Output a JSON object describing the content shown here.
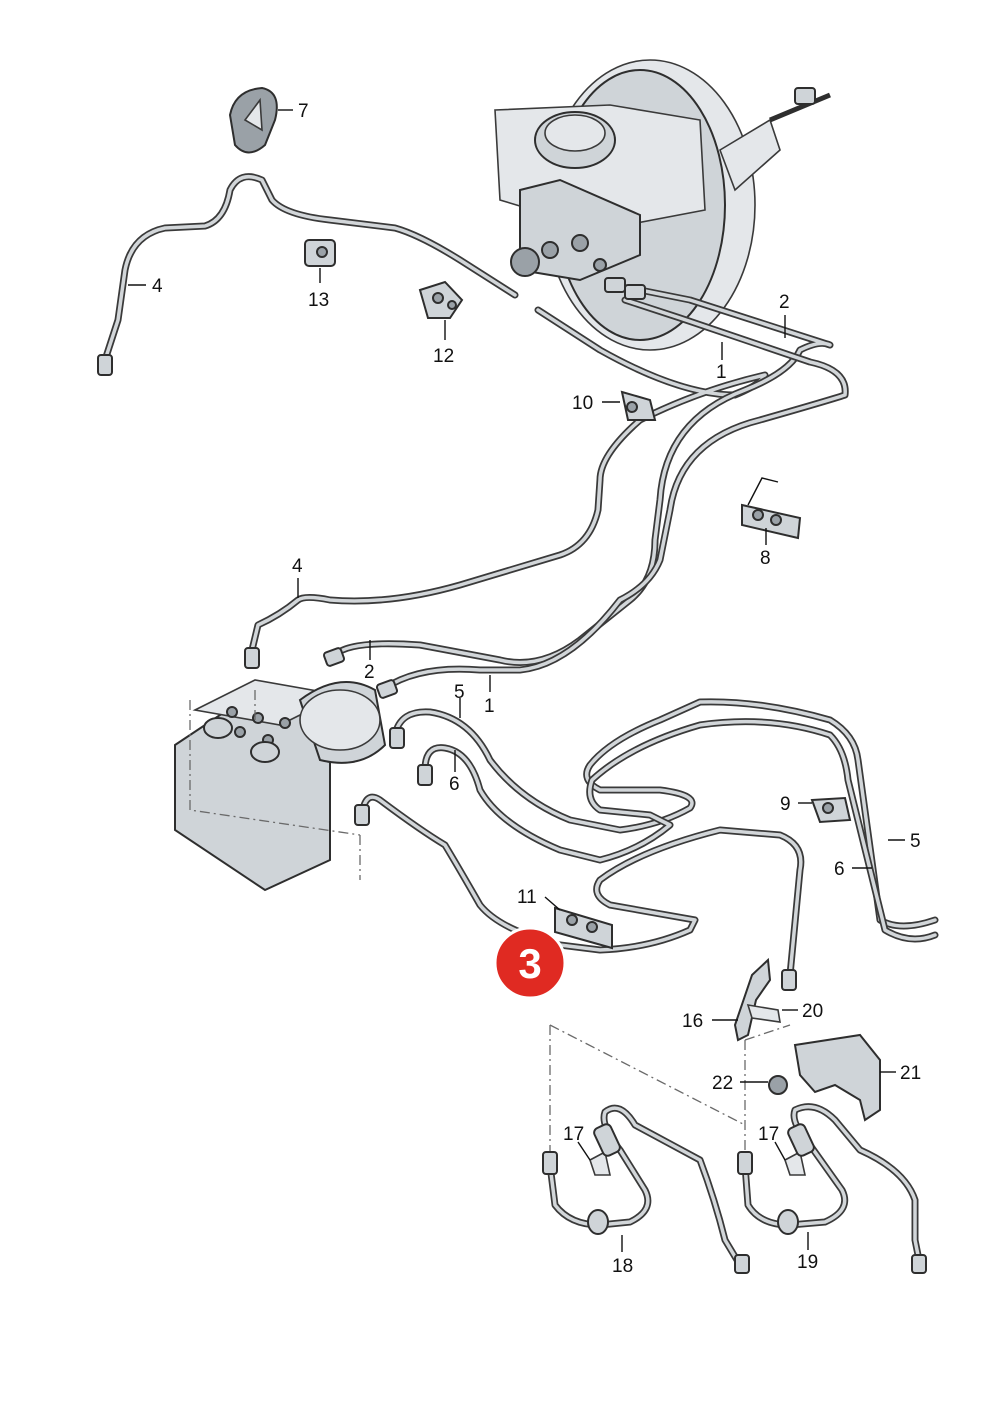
{
  "diagram": {
    "callouts": {
      "c1a": "1",
      "c1b": "1",
      "c2a": "2",
      "c2b": "2",
      "c4a": "4",
      "c4b": "4",
      "c5a": "5",
      "c5b": "5",
      "c6a": "6",
      "c6b": "6",
      "c7": "7",
      "c8": "8",
      "c9": "9",
      "c10": "10",
      "c11": "11",
      "c12": "12",
      "c13": "13",
      "c16": "16",
      "c17a": "17",
      "c17b": "17",
      "c18": "18",
      "c19": "19",
      "c20": "20",
      "c21": "21",
      "c22": "22"
    },
    "highlight": {
      "number": "3",
      "color": "#e02a22"
    },
    "colors": {
      "pipe": "#3a3a3a",
      "part_fill": "#cfd4d8",
      "text": "#111111"
    }
  }
}
